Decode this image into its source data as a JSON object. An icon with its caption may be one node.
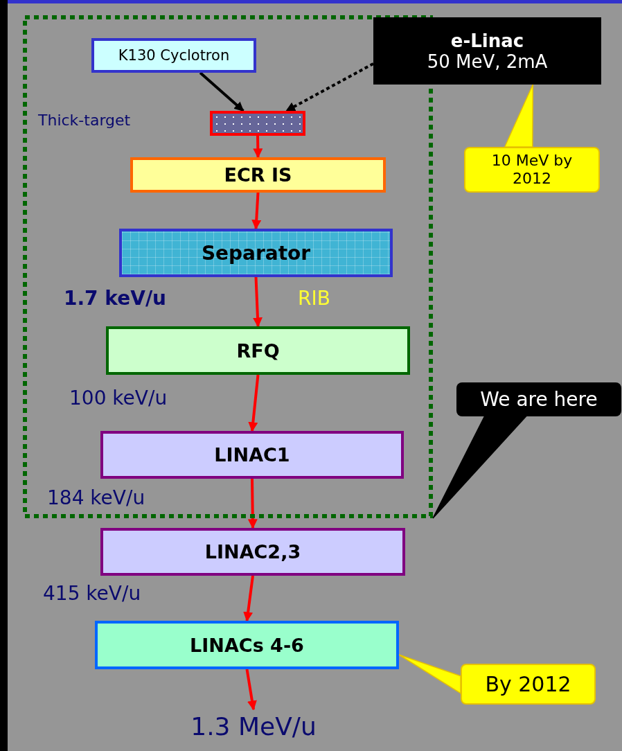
{
  "diagram": {
    "nodes": [
      {
        "text": [],
        "shape": "box"
      },
      {
        "text": [
          "K130 Cyclotron"
        ],
        "in": 0
      },
      {
        "text": [],
        "shape": "box",
        "in": 0
      },
      {
        "text": [
          "ECR IS"
        ],
        "in": 0
      },
      {
        "text": [
          "Separator"
        ],
        "in": 0
      },
      {
        "text": [
          "RFQ"
        ],
        "in": 0
      },
      {
        "text": [
          "LINAC1"
        ],
        "in": 0
      },
      {
        "text": [
          "LINAC2,3"
        ]
      },
      {
        "text": [
          "LINACs 4-6"
        ]
      },
      {
        "text": [
          "e-Linac",
          "50 MeV, 2mA"
        ]
      },
      {
        "text": [
          "10 MeV by 2012"
        ]
      },
      {
        "text": [
          "We are here"
        ]
      },
      {
        "text": [
          "By 2012"
        ]
      },
      {
        "text": [
          "1.3 MeV/u"
        ]
      }
    ],
    "edges": [
      {
        "from": 1,
        "to": 2,
        "arrow": "to",
        "color": "#000000"
      },
      {
        "from": 9,
        "to": 2,
        "arrow": "to",
        "style": "dashed",
        "color": "#000000"
      },
      {
        "from": 2,
        "to": 3,
        "arrow": "to"
      },
      {
        "from": 3,
        "to": 4,
        "arrow": "to"
      },
      {
        "from": 4,
        "to": 5,
        "arrow": "to"
      },
      {
        "from": 5,
        "to": 6,
        "arrow": "to"
      },
      {
        "from": 6,
        "to": 7,
        "arrow": "to"
      },
      {
        "from": 7,
        "to": 8,
        "arrow": "to"
      },
      {
        "from": 8,
        "to": 13,
        "arrow": "to"
      },
      {
        "from": 10,
        "to": 9,
        "arrow": "none",
        "color": "#ffff00"
      },
      {
        "from": 11,
        "to": 0,
        "arrow": "none",
        "color": "#000000"
      },
      {
        "from": 12,
        "to": 8,
        "arrow": "none",
        "color": "#ffff00"
      }
    ],
    "labels": [
      "Thick-target",
      "1.7 keV/u",
      "RIB",
      "100 keV/u",
      "184 keV/u",
      "415 keV/u"
    ]
  }
}
